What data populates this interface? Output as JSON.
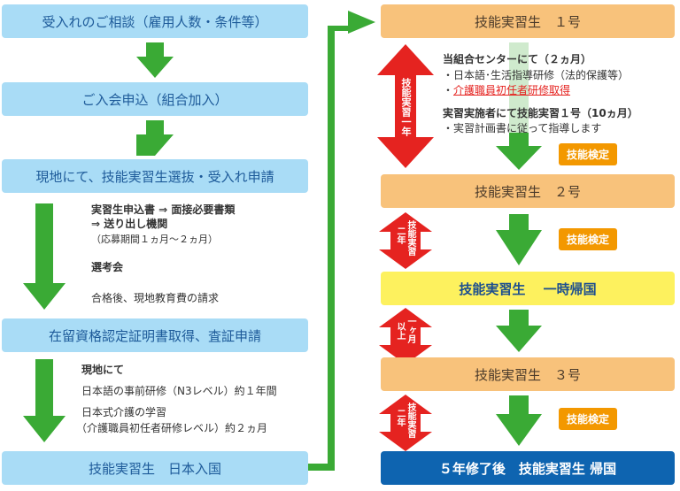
{
  "left": {
    "step1": "受入れのご相談（雇用人数・条件等）",
    "step2": "ご入会申込（組合加入）",
    "step3": "現地にて、技能実習生選抜・受入れ申請",
    "step3_notes": [
      "実習生申込書 ⇒ 面接必要書類",
      "⇒ 送り出し機関",
      "（応募期間１ヵ月〜２ヵ月）",
      "選考会",
      "合格後、現地教育費の請求"
    ],
    "step4": "在留資格認定証明書取得、査証申請",
    "step4_notes": [
      "現地にて",
      "日本語の事前研修（N3レベル）約１年間",
      "日本式介護の学習",
      "（介護職員初任者研修レベル）約２ヵ月"
    ],
    "step5": "技能実習生　日本入国"
  },
  "right": {
    "stage1": "技能実習生　１号",
    "stage1_notes": [
      "当組合センターにて（２ヵ月）",
      "・日本語･生活指導研修（法的保護等）",
      "・",
      "介護職員初任者研修取得",
      "実習実施者にて技能実習１号（10ヵ月）",
      "・実習計画書に従って指導します"
    ],
    "period1": "技能実習一年",
    "stage2": "技能実習生　２号",
    "period2a": "技能実習",
    "period2b": "二年",
    "return": "技能実習生　 一時帰国",
    "period3a": "一ヶ月",
    "period3b": "以上",
    "stage3": "技能実習生　３号",
    "period4a": "技能実習",
    "period4b": "二年",
    "final": "５年修了後　技能実習生 帰国",
    "badge": "技能検定"
  },
  "colors": {
    "green": "#3aaa35",
    "red": "#e52320",
    "orange": "#f39800"
  }
}
